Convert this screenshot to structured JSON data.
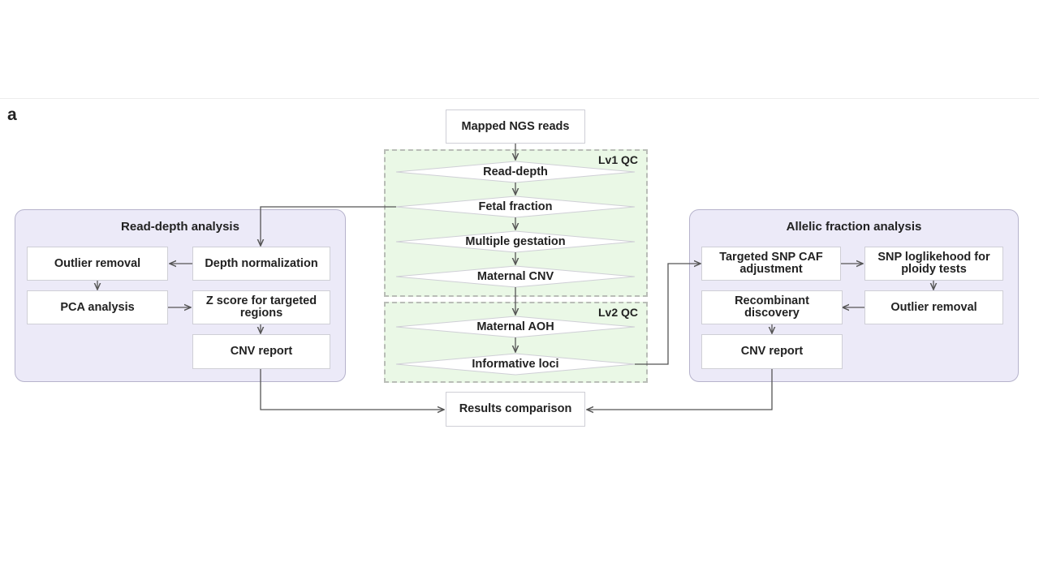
{
  "panel_letter": "a",
  "start": "Mapped NGS reads",
  "end": "Results comparison",
  "qc": {
    "lv1_label": "Lv1 QC",
    "lv2_label": "Lv2 QC",
    "lv1_steps": [
      "Read-depth",
      "Fetal fraction",
      "Multiple gestation",
      "Maternal CNV"
    ],
    "lv2_steps": [
      "Maternal AOH",
      "Informative loci"
    ]
  },
  "read_depth": {
    "title": "Read-depth analysis",
    "depth_normalization": "Depth normalization",
    "outlier_removal": "Outlier removal",
    "pca_analysis": "PCA analysis",
    "z_score_line1": "Z score for targeted",
    "z_score_line2": "regions",
    "cnv_report": "CNV report"
  },
  "allelic": {
    "title": "Allelic fraction analysis",
    "caf_line1": "Targeted SNP CAF",
    "caf_line2": "adjustment",
    "snp_line1": "SNP loglikehood for",
    "snp_line2": "ploidy tests",
    "outlier_removal": "Outlier removal",
    "recomb_line1": "Recombinant",
    "recomb_line2": "discovery",
    "cnv_report": "CNV report"
  },
  "colors": {
    "group_fill": "#eceaf8",
    "qc_fill": "#eaf8e6",
    "arrow": "#555555"
  }
}
